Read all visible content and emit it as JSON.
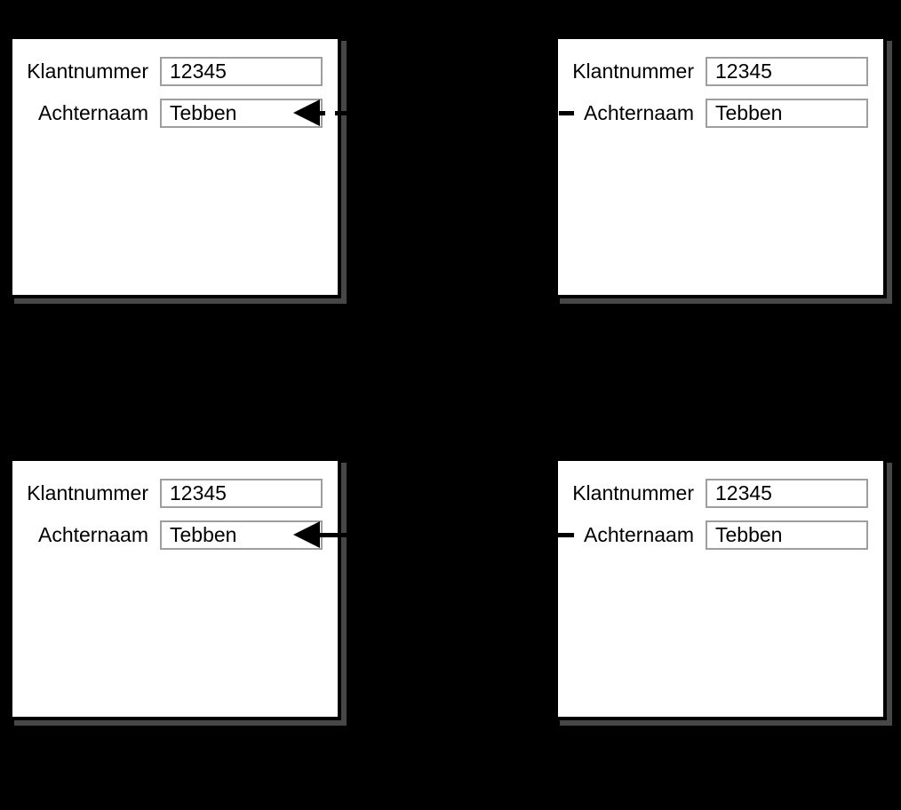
{
  "diagram": {
    "background_color": "#000000",
    "panel_bg_color": "#ffffff",
    "panel_shadow_color": "#474747",
    "field_border_color": "#9e9e9e",
    "connector_color": "#000000"
  },
  "panels": [
    {
      "id": "top-left",
      "fields": [
        {
          "label": "Klantnummer",
          "value": "12345"
        },
        {
          "label": "Achternaam",
          "value": "Tebben"
        }
      ]
    },
    {
      "id": "top-right",
      "fields": [
        {
          "label": "Klantnummer",
          "value": "12345"
        },
        {
          "label": "Achternaam",
          "value": "Tebben"
        }
      ]
    },
    {
      "id": "bottom-left",
      "fields": [
        {
          "label": "Klantnummer",
          "value": "12345"
        },
        {
          "label": "Achternaam",
          "value": "Tebben"
        }
      ]
    },
    {
      "id": "bottom-right",
      "fields": [
        {
          "label": "Klantnummer",
          "value": "12345"
        },
        {
          "label": "Achternaam",
          "value": "Tebben"
        }
      ]
    }
  ],
  "connectors": [
    {
      "style": "dashed",
      "direction": "right-to-left",
      "target_field": "Achternaam"
    },
    {
      "style": "solid",
      "direction": "right-to-left",
      "target_field": "Achternaam"
    }
  ]
}
